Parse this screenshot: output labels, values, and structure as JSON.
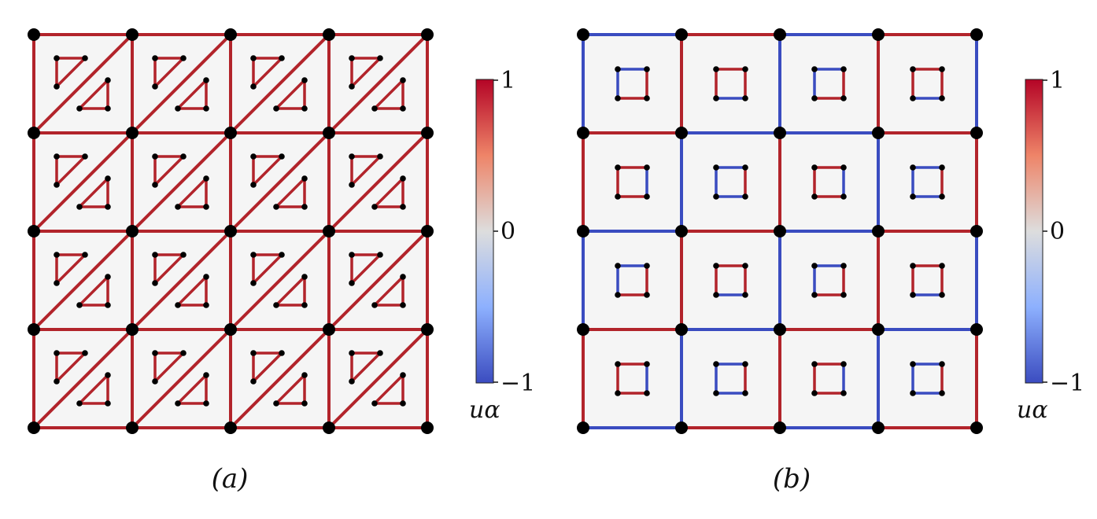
{
  "panels": [
    {
      "id": "a",
      "caption": "(a)",
      "lattice": "triangular",
      "grid_size": 4,
      "edge_value": 1,
      "colorbar": {
        "ticks": [
          "1",
          "0",
          "−1"
        ],
        "label": "uα"
      }
    },
    {
      "id": "b",
      "caption": "(b)",
      "lattice": "square",
      "grid_size": 4,
      "outer_edges": {
        "horizontal_rows": [
          [
            -1,
            1,
            -1,
            1
          ],
          [
            1,
            -1,
            -1,
            1
          ],
          [
            -1,
            1,
            -1,
            1
          ],
          [
            1,
            -1,
            1,
            -1
          ],
          [
            -1,
            1,
            -1,
            1
          ]
        ],
        "vertical_rows": [
          [
            -1,
            1,
            -1,
            1,
            -1
          ],
          [
            1,
            -1,
            1,
            -1,
            1
          ],
          [
            -1,
            1,
            -1,
            1,
            -1
          ],
          [
            1,
            -1,
            1,
            -1,
            1
          ]
        ]
      },
      "inner_squares": [
        [
          {
            "top": -1,
            "right": 1,
            "bottom": 1,
            "left": -1
          },
          {
            "top": 1,
            "right": 1,
            "bottom": -1,
            "left": 1
          },
          {
            "top": -1,
            "right": 1,
            "bottom": 1,
            "left": -1
          },
          {
            "top": 1,
            "right": 1,
            "bottom": -1,
            "left": 1
          }
        ],
        [
          {
            "top": 1,
            "right": -1,
            "bottom": 1,
            "left": 1
          },
          {
            "top": -1,
            "right": 1,
            "bottom": -1,
            "left": -1
          },
          {
            "top": 1,
            "right": -1,
            "bottom": 1,
            "left": 1
          },
          {
            "top": -1,
            "right": 1,
            "bottom": -1,
            "left": -1
          }
        ],
        [
          {
            "top": -1,
            "right": 1,
            "bottom": 1,
            "left": -1
          },
          {
            "top": 1,
            "right": 1,
            "bottom": -1,
            "left": 1
          },
          {
            "top": -1,
            "right": 1,
            "bottom": 1,
            "left": -1
          },
          {
            "top": 1,
            "right": 1,
            "bottom": -1,
            "left": 1
          }
        ],
        [
          {
            "top": 1,
            "right": -1,
            "bottom": 1,
            "left": 1
          },
          {
            "top": -1,
            "right": 1,
            "bottom": -1,
            "left": -1
          },
          {
            "top": 1,
            "right": -1,
            "bottom": 1,
            "left": 1
          },
          {
            "top": -1,
            "right": 1,
            "bottom": -1,
            "left": -1
          }
        ]
      ],
      "colorbar": {
        "ticks": [
          "1",
          "0",
          "−1"
        ],
        "label": "uα"
      }
    }
  ],
  "colors": {
    "positive": "#b2242b",
    "negative": "#3a4cc0",
    "node": "#000000",
    "cell_fill": "#f5f5f5",
    "colormap": "coolwarm"
  }
}
